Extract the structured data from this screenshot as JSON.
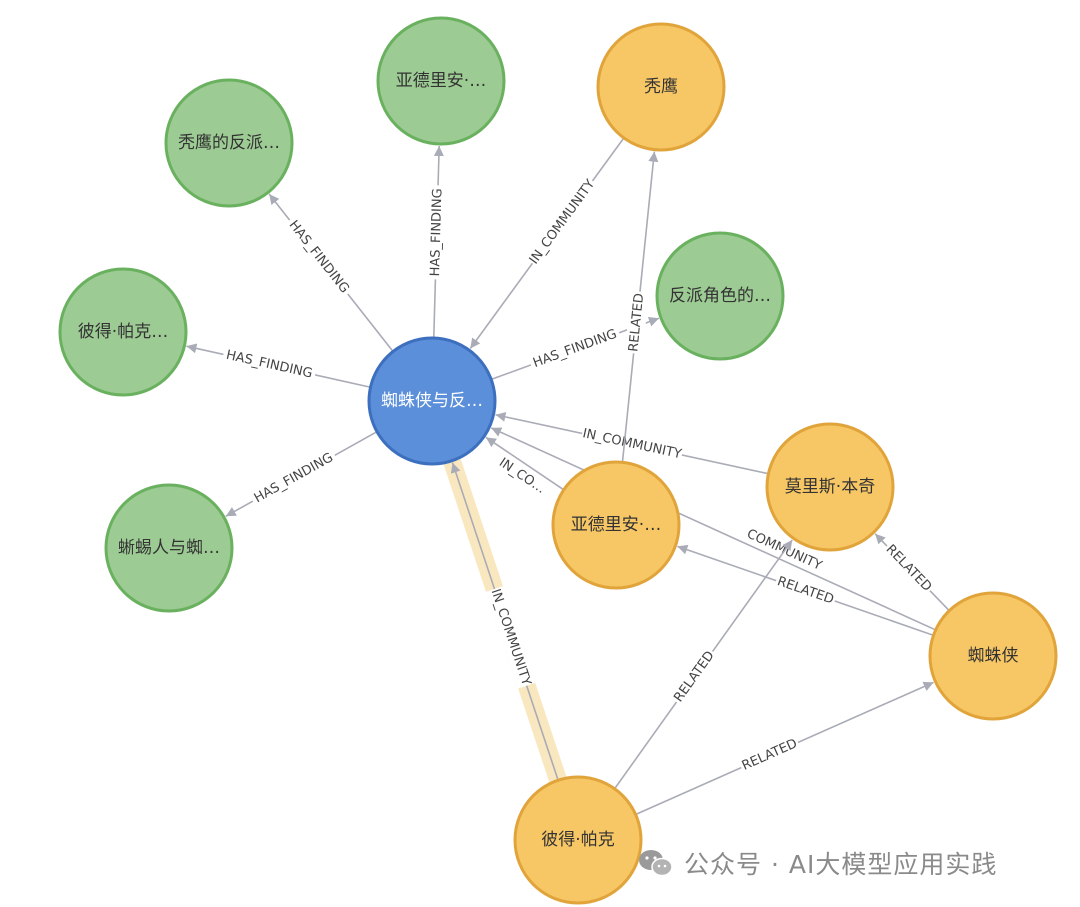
{
  "colors": {
    "finding_fill": "#9dcb94",
    "finding_stroke": "#6ab15f",
    "entity_fill": "#f8c765",
    "entity_stroke": "#e0a43b",
    "community_fill": "#5b8fd9",
    "community_stroke": "#3d6fbf",
    "edge": "#a9acb6",
    "highlight": "#f9e7bf"
  },
  "nodes": [
    {
      "id": "community",
      "label": "蜘蛛侠与反…",
      "kind": "community"
    },
    {
      "id": "f1",
      "label": "亚德里安·…",
      "kind": "finding"
    },
    {
      "id": "f2",
      "label": "秃鹰的反派…",
      "kind": "finding"
    },
    {
      "id": "f3",
      "label": "彼得·帕克…",
      "kind": "finding"
    },
    {
      "id": "f4",
      "label": "蜥蜴人与蜘…",
      "kind": "finding"
    },
    {
      "id": "f5",
      "label": "反派角色的…",
      "kind": "finding"
    },
    {
      "id": "e_vulture",
      "label": "秃鹰",
      "kind": "entity"
    },
    {
      "id": "e_adrian",
      "label": "亚德里安·…",
      "kind": "entity"
    },
    {
      "id": "e_morris",
      "label": "莫里斯·本奇",
      "kind": "entity"
    },
    {
      "id": "e_spider",
      "label": "蜘蛛侠",
      "kind": "entity"
    },
    {
      "id": "e_peter",
      "label": "彼得·帕克",
      "kind": "entity"
    }
  ],
  "edges": [
    {
      "from": "community",
      "to": "f1",
      "label": "HAS_FINDING"
    },
    {
      "from": "community",
      "to": "f2",
      "label": "HAS_FINDING"
    },
    {
      "from": "community",
      "to": "f3",
      "label": "HAS_FINDING"
    },
    {
      "from": "community",
      "to": "f4",
      "label": "HAS_FINDING"
    },
    {
      "from": "community",
      "to": "f5",
      "label": "HAS_FINDING"
    },
    {
      "from": "e_vulture",
      "to": "community",
      "label": "IN_COMMUNITY"
    },
    {
      "from": "e_morris",
      "to": "community",
      "label": "IN_COMMUNITY"
    },
    {
      "from": "e_adrian",
      "to": "community",
      "label": "IN_CO…"
    },
    {
      "from": "e_spider",
      "to": "community",
      "label": "COMMUNITY"
    },
    {
      "from": "e_peter",
      "to": "community",
      "label": "IN_COMMUNITY",
      "highlight": true
    },
    {
      "from": "e_adrian",
      "to": "e_vulture",
      "label": "RELATED"
    },
    {
      "from": "e_spider",
      "to": "e_adrian",
      "label": "RELATED"
    },
    {
      "from": "e_spider",
      "to": "e_morris",
      "label": "RELATED"
    },
    {
      "from": "e_peter",
      "to": "e_morris",
      "label": "RELATED"
    },
    {
      "from": "e_peter",
      "to": "e_spider",
      "label": "RELATED"
    }
  ],
  "watermark": {
    "text": "公众号 · AI大模型应用实践",
    "icon": "wechat-icon"
  }
}
